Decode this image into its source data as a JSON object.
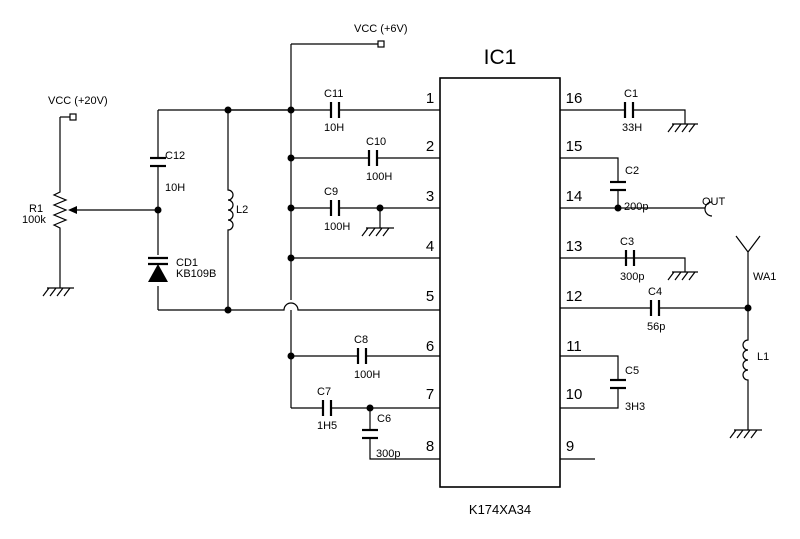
{
  "ic": {
    "name": "IC1",
    "part": "K174XA34"
  },
  "supplies": {
    "vcc6": "VCC (+6V)",
    "vcc20": "VCC (+20V)"
  },
  "pins": [
    "1",
    "2",
    "3",
    "4",
    "5",
    "6",
    "7",
    "8",
    "9",
    "10",
    "11",
    "12",
    "13",
    "14",
    "15",
    "16"
  ],
  "components": {
    "r1": {
      "ref": "R1",
      "value": "100k"
    },
    "c12": {
      "ref": "C12",
      "value": "10H"
    },
    "cd1": {
      "ref": "CD1",
      "value": "KB109B"
    },
    "l2": {
      "ref": "L2"
    },
    "c11": {
      "ref": "C11",
      "value": "10H"
    },
    "c10": {
      "ref": "C10",
      "value": "100H"
    },
    "c9": {
      "ref": "C9",
      "value": "100H"
    },
    "c8": {
      "ref": "C8",
      "value": "100H"
    },
    "c7": {
      "ref": "C7",
      "value": "1H5"
    },
    "c6": {
      "ref": "C6",
      "value": "300p"
    },
    "c1": {
      "ref": "C1",
      "value": "33H"
    },
    "c2": {
      "ref": "C2",
      "value": "200p"
    },
    "c3": {
      "ref": "C3",
      "value": "300p"
    },
    "c4": {
      "ref": "C4",
      "value": "56p"
    },
    "c5": {
      "ref": "C5",
      "value": "3H3"
    },
    "l1": {
      "ref": "L1"
    },
    "wa1": {
      "ref": "WA1"
    }
  },
  "out_label": "OUT"
}
